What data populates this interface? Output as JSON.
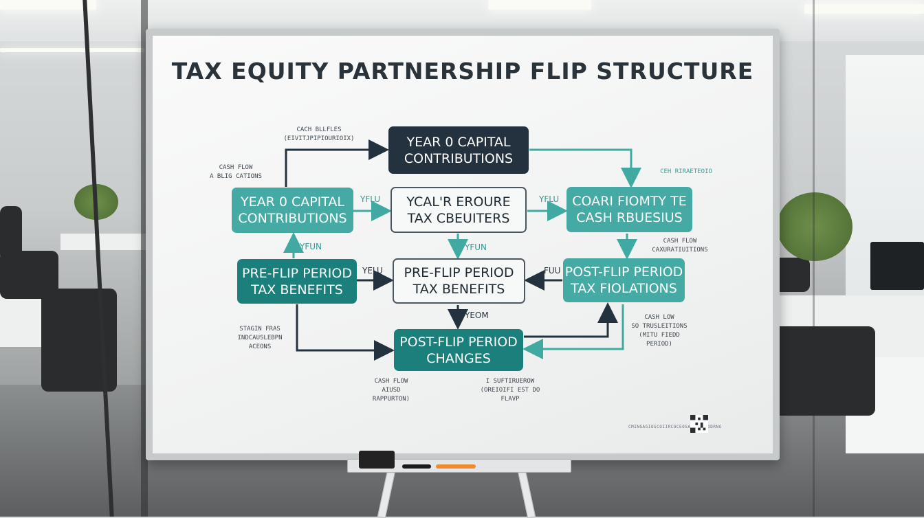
{
  "diagram": {
    "title": "TAX EQUITY PARTNERSHIP FLIP STRUCTURE",
    "boxes": {
      "top_center": [
        "YEAR 0 CAPITAL",
        "CONTRIBUTIONS"
      ],
      "mid_left": [
        "YEAR 0 CAPITAL",
        "CONTRIBUTIONS"
      ],
      "mid_center": [
        "YCAL'R EROURE",
        "TAX CBEUITERS"
      ],
      "mid_right": [
        "COARI FIOMTY TE",
        "CASH RBUESIUS"
      ],
      "low_left": [
        "PRE-FLIP PERIOD",
        "TAX BENEFITS"
      ],
      "low_center": [
        "PRE-FLIP PERIOD",
        "TAX BENEFITS"
      ],
      "low_right": [
        "POST-FLIP PERIOD",
        "TAX FIOLATIONS"
      ],
      "bottom_center": [
        "POST-FLIP PERIOD",
        "CHANGES"
      ]
    },
    "arrow_labels": {
      "left_to_center_mid": "YFLU",
      "center_to_right_mid": "YFLU",
      "center_down_mid": "YFUN",
      "left_up": "YFUN",
      "left_to_center_low": "YELU",
      "right_to_center_low": "FUU",
      "center_down_low": "YEOM"
    },
    "notes": {
      "top_left": [
        "CACH BLLFLES",
        "(EIVITJPIPIOURIOIX)"
      ],
      "left_upper": [
        "CASH FLOW",
        "A BLIG CATIONS"
      ],
      "right_upper": [
        "CEH RIRAETEOIO"
      ],
      "right_mid": [
        "CASH FLOW",
        "CAXURATIUITIONS"
      ],
      "left_lower": [
        "STAGIN FRAS",
        "INDCAUSLEBPN ACEONS"
      ],
      "right_lower": [
        "CASH LOW",
        "SO TRUSLEITIONS",
        "(MITU FIEDD PERIOD)"
      ],
      "bottom_left": [
        "CASH FLOW",
        "AIUSD RAPPURTON)"
      ],
      "bottom_right": [
        "I SUFTIRUEROW",
        "(OREIOIFI EST DO FLAVP"
      ]
    },
    "footer_text": "CMINGAGIOSCOIIRCOCEOSAINLGAOODRNG"
  }
}
